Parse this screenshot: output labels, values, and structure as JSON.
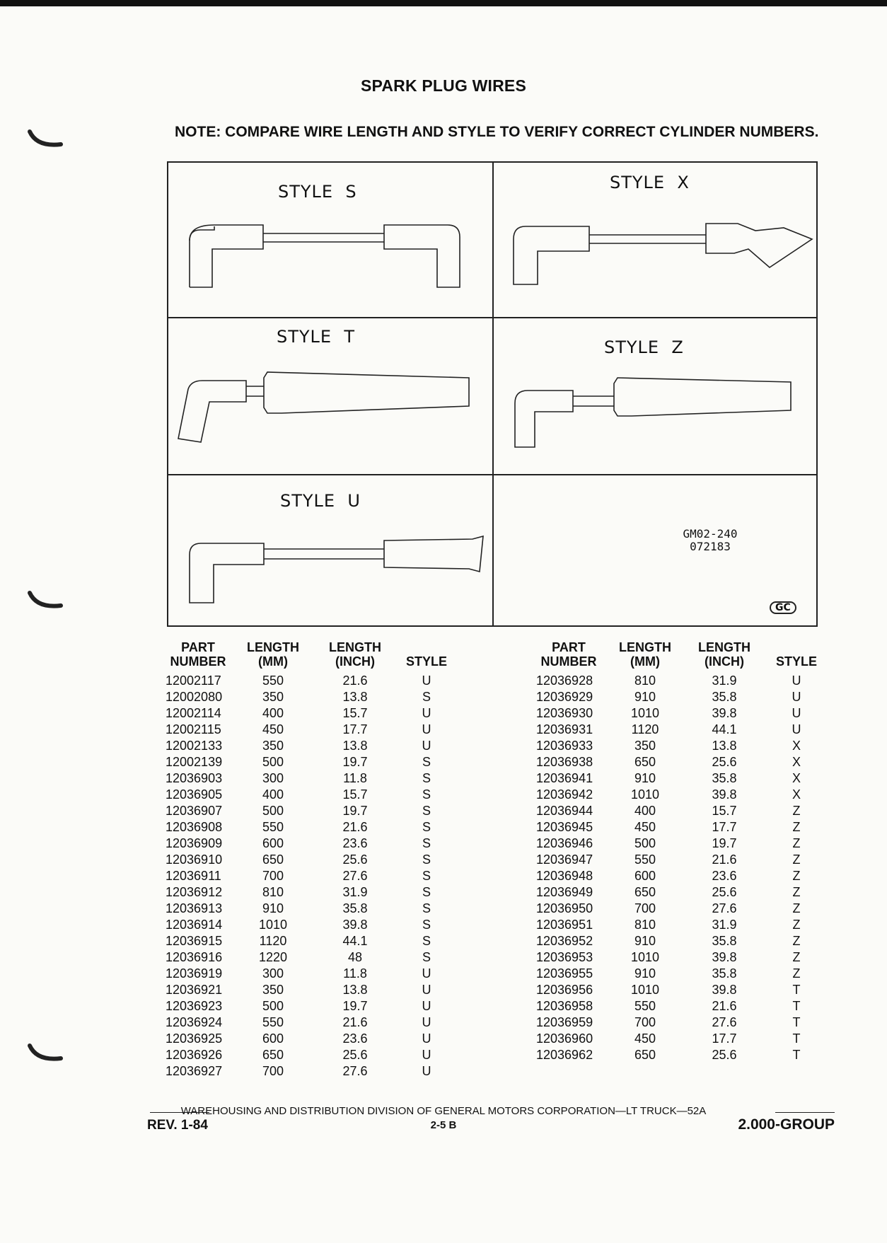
{
  "title": "SPARK PLUG WIRES",
  "note": "NOTE:  COMPARE WIRE LENGTH AND STYLE TO VERIFY CORRECT CYLINDER NUMBERS.",
  "styles": {
    "s": "STYLE  S",
    "x": "STYLE  X",
    "t": "STYLE  T",
    "z": "STYLE  Z",
    "u": "STYLE  U"
  },
  "figure_ref": {
    "line1": "GM02-240",
    "line2": "072183"
  },
  "logo": "GC",
  "table_headers": {
    "part": [
      "PART",
      "NUMBER"
    ],
    "length_mm": [
      "LENGTH",
      "(MM)"
    ],
    "length_inch": [
      "LENGTH",
      "(INCH)"
    ],
    "style": "STYLE"
  },
  "left_rows": [
    [
      "12002117",
      "550",
      "21.6",
      "U"
    ],
    [
      "12002080",
      "350",
      "13.8",
      "S"
    ],
    [
      "12002114",
      "400",
      "15.7",
      "U"
    ],
    [
      "12002115",
      "450",
      "17.7",
      "U"
    ],
    [
      "12002133",
      "350",
      "13.8",
      "U"
    ],
    [
      "12002139",
      "500",
      "19.7",
      "S"
    ],
    [
      "12036903",
      "300",
      "11.8",
      "S"
    ],
    [
      "12036905",
      "400",
      "15.7",
      "S"
    ],
    [
      "12036907",
      "500",
      "19.7",
      "S"
    ],
    [
      "12036908",
      "550",
      "21.6",
      "S"
    ],
    [
      "12036909",
      "600",
      "23.6",
      "S"
    ],
    [
      "12036910",
      "650",
      "25.6",
      "S"
    ],
    [
      "12036911",
      "700",
      "27.6",
      "S"
    ],
    [
      "12036912",
      "810",
      "31.9",
      "S"
    ],
    [
      "12036913",
      "910",
      "35.8",
      "S"
    ],
    [
      "12036914",
      "1010",
      "39.8",
      "S"
    ],
    [
      "12036915",
      "1120",
      "44.1",
      "S"
    ],
    [
      "12036916",
      "1220",
      "48",
      "S"
    ],
    [
      "12036919",
      "300",
      "11.8",
      "U"
    ],
    [
      "12036921",
      "350",
      "13.8",
      "U"
    ],
    [
      "12036923",
      "500",
      "19.7",
      "U"
    ],
    [
      "12036924",
      "550",
      "21.6",
      "U"
    ],
    [
      "12036925",
      "600",
      "23.6",
      "U"
    ],
    [
      "12036926",
      "650",
      "25.6",
      "U"
    ],
    [
      "12036927",
      "700",
      "27.6",
      "U"
    ]
  ],
  "right_rows": [
    [
      "12036928",
      "810",
      "31.9",
      "U"
    ],
    [
      "12036929",
      "910",
      "35.8",
      "U"
    ],
    [
      "12036930",
      "1010",
      "39.8",
      "U"
    ],
    [
      "12036931",
      "1120",
      "44.1",
      "U"
    ],
    [
      "12036933",
      "350",
      "13.8",
      "X"
    ],
    [
      "12036938",
      "650",
      "25.6",
      "X"
    ],
    [
      "12036941",
      "910",
      "35.8",
      "X"
    ],
    [
      "12036942",
      "1010",
      "39.8",
      "X"
    ],
    [
      "12036944",
      "400",
      "15.7",
      "Z"
    ],
    [
      "12036945",
      "450",
      "17.7",
      "Z"
    ],
    [
      "12036946",
      "500",
      "19.7",
      "Z"
    ],
    [
      "12036947",
      "550",
      "21.6",
      "Z"
    ],
    [
      "12036948",
      "600",
      "23.6",
      "Z"
    ],
    [
      "12036949",
      "650",
      "25.6",
      "Z"
    ],
    [
      "12036950",
      "700",
      "27.6",
      "Z"
    ],
    [
      "12036951",
      "810",
      "31.9",
      "Z"
    ],
    [
      "12036952",
      "910",
      "35.8",
      "Z"
    ],
    [
      "12036953",
      "1010",
      "39.8",
      "Z"
    ],
    [
      "12036955",
      "910",
      "35.8",
      "Z"
    ],
    [
      "12036956",
      "1010",
      "39.8",
      "T"
    ],
    [
      "12036958",
      "550",
      "21.6",
      "T"
    ],
    [
      "12036959",
      "700",
      "27.6",
      "T"
    ],
    [
      "12036960",
      "450",
      "17.7",
      "T"
    ],
    [
      "12036962",
      "650",
      "25.6",
      "T"
    ]
  ],
  "footer": {
    "line": "WAREHOUSING AND DISTRIBUTION  DIVISION OF GENERAL MOTORS CORPORATION—LT TRUCK—52A",
    "rev": "REV. 1-84",
    "page": "2-5  B",
    "group": "2.000-GROUP"
  }
}
